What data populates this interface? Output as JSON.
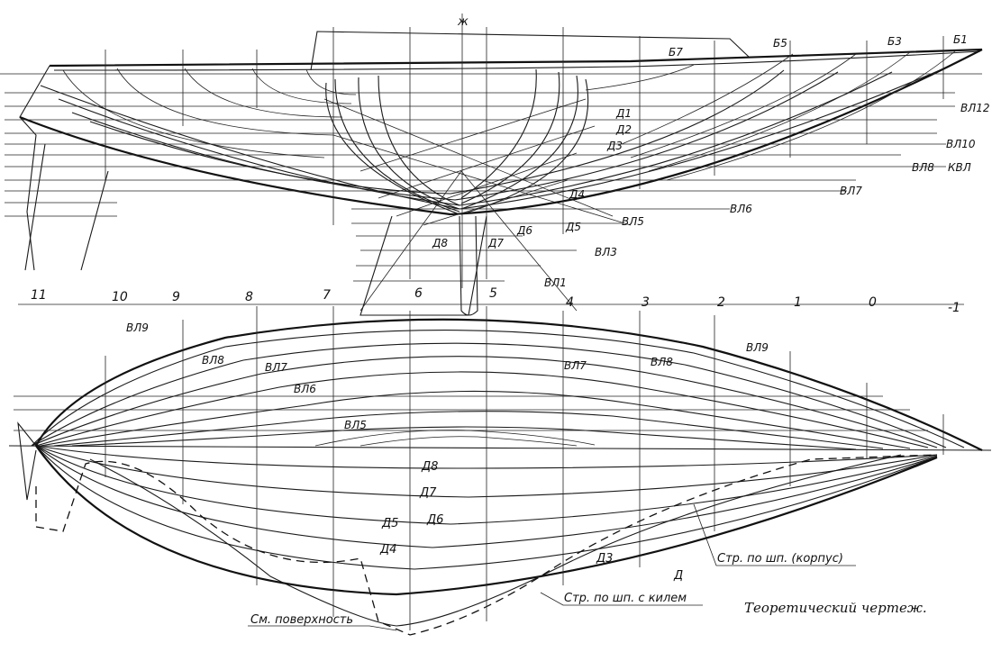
{
  "title": "Теоретический чертеж.",
  "stations": [
    "11",
    "10",
    "9",
    "8",
    "7",
    "6",
    "5",
    "4",
    "3",
    "2",
    "1",
    "0",
    "-1"
  ],
  "profile": {
    "buttocks_top": [
      "Б5",
      "Б3",
      "Б1"
    ],
    "buttock_fore": "Б7",
    "midship_mark": "ж",
    "waterlines": [
      "ВЛ12",
      "ВЛ10",
      "ВЛ8",
      "КВЛ",
      "ВЛ7",
      "ВЛ6",
      "ВЛ5",
      "ВЛ3",
      "ВЛ1"
    ],
    "diagonals": [
      "Д1",
      "Д2",
      "Д3",
      "Д4",
      "Д5",
      "Д6",
      "Д7",
      "Д8"
    ]
  },
  "plan": {
    "waterlines_left": [
      "ВЛ9",
      "ВЛ8",
      "ВЛ7",
      "ВЛ6",
      "ВЛ5"
    ],
    "waterlines_right": [
      "ВЛ7",
      "ВЛ8",
      "ВЛ9"
    ],
    "diagonals": [
      "Д8",
      "Д7",
      "Д6",
      "Д5",
      "Д4",
      "Д3",
      "Д"
    ]
  },
  "annotations": {
    "hull_sections": "Стр. по шп. (корпус)",
    "keel_sections": "Стр. по шп. с килем",
    "wetted_surface": "См. поверхность"
  }
}
